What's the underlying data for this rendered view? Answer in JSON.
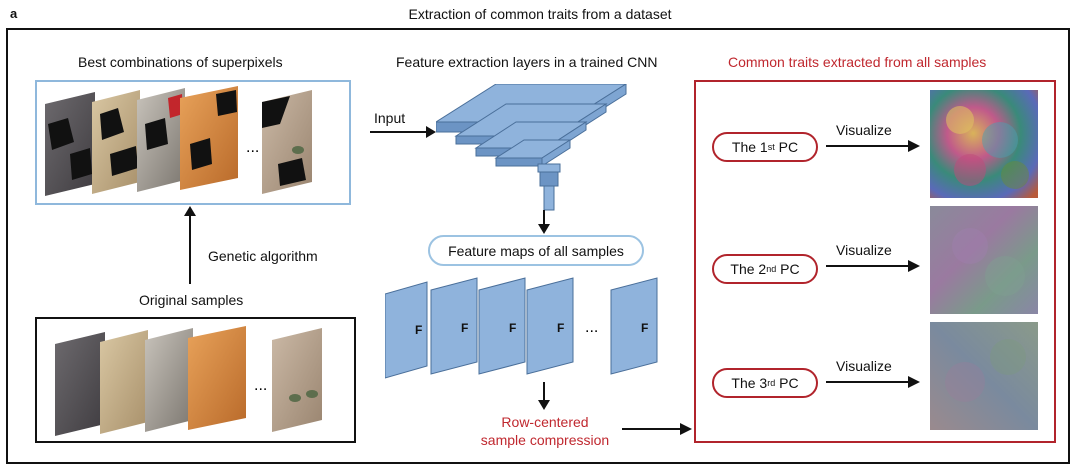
{
  "panel_label": "a",
  "title": "Extraction of common traits from a dataset",
  "left": {
    "best_title": "Best combinations of superpixels",
    "genetic_label": "Genetic algorithm",
    "original_title": "Original samples",
    "ellipsis": "..."
  },
  "middle": {
    "cnn_title": "Feature extraction layers in a trained CNN",
    "input_label": "Input",
    "feature_maps_label": "Feature maps of all samples",
    "map_letter": "F",
    "ellipsis": "...",
    "compression_line1": "Row-centered",
    "compression_line2": "sample compression"
  },
  "right": {
    "title": "Common traits extracted from all samples",
    "rows": [
      {
        "pc_prefix": "The 1",
        "pc_sup": "st",
        "pc_suffix": " PC",
        "action": "Visualize"
      },
      {
        "pc_prefix": "The 2",
        "pc_sup": "nd",
        "pc_suffix": " PC",
        "action": "Visualize"
      },
      {
        "pc_prefix": "The 3",
        "pc_sup": "rd",
        "pc_suffix": " PC",
        "action": "Visualize"
      }
    ]
  },
  "colors": {
    "accent_red": "#b1242c",
    "accent_blue": "#8fb8dc",
    "map_fill": "#8fb3dc"
  }
}
